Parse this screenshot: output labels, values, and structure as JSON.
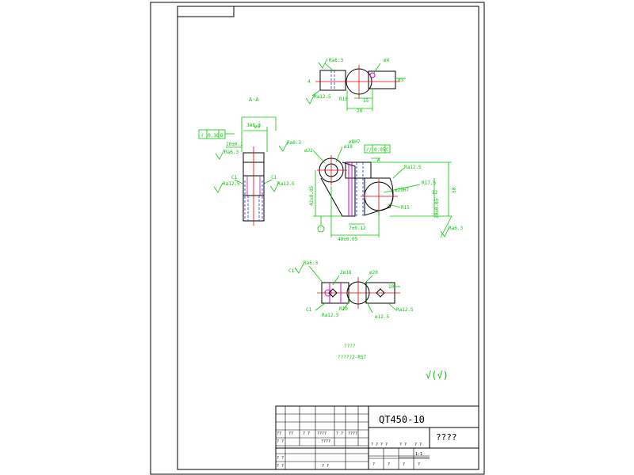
{
  "colors": {
    "dimension": "#00c800",
    "outline": "#000000",
    "centerline": "#e00000",
    "hidden": "#2020ff",
    "accent": "#d000d0",
    "paper": "#ffffff"
  },
  "section_label": "A-A",
  "top_view": {
    "roughness_top": "Ra6.3",
    "diameter": "ø4",
    "left_dim": "4",
    "roughness_left": "Ra12.5",
    "radius": "R10",
    "dim_15": "15",
    "dim_20": "20",
    "right_dim": "ø3"
  },
  "section_view": {
    "tolerance_symbol": "⫽",
    "tolerance_value": "0.10",
    "datum": "B",
    "width_dim": "3ø8.3",
    "sub_dim": "ø9",
    "roughness_right": "Ra6.3",
    "dim_left_a": "10±0.1",
    "roughness_left_a": "Ra6.3",
    "chamfer_left": "C1",
    "roughness_left_b": "Ra12.5",
    "chamfer_right": "C1",
    "roughness_right_b": "Ra12.5"
  },
  "front_view": {
    "bore_left": "ø22",
    "bore_top": "ø18",
    "depth_note": "ø8H7",
    "parallel_symbol": "//",
    "parallel_value": "0.05",
    "parallel_datum": "C",
    "section_mark": "A",
    "roughness_top_right": "Ra12.5",
    "bore_mid": "ø20H7",
    "radius_right": "R17.5",
    "dim_height": "50",
    "height_left": "42±0.05",
    "height_inner": "30±0.05",
    "radius_bottom": "R15",
    "dim_small": "12",
    "slot_dim": "7±0.12",
    "width_dim": "40±0.05",
    "roughness_corner": "Ra6.3"
  },
  "bottom_view": {
    "chamfer_top": "C1",
    "roughness_top": "Ra6.3",
    "dim_holes": "2ø18",
    "dia_right": "ø20",
    "dim_right": "10",
    "chamfer_bottom": "C1",
    "roughness_bottom_left": "Ra12.5",
    "radius_bottom": "R10",
    "dia_bottom": "ø12.5",
    "roughness_bottom_right": "Ra12.5"
  },
  "notes": {
    "title": "????",
    "standard": "?????2-RS7",
    "roughness_general": "√(√)"
  },
  "title_block": {
    "material": "QT450-10",
    "name": "????",
    "labels": {
      "r1": [
        "??",
        "??",
        "? ?",
        "????",
        "? ?",
        "????"
      ],
      "r2": [
        "? ?",
        "",
        "",
        "????",
        "",
        ""
      ],
      "r3": [
        "? ?"
      ],
      "r4": [
        "? ?",
        "",
        "? ?"
      ],
      "stage": "? ? ? ?",
      "weight": "? ?",
      "scale_label": "? ?",
      "scale": "1:1",
      "sheets": [
        "?",
        "?",
        "?",
        "?"
      ]
    }
  }
}
